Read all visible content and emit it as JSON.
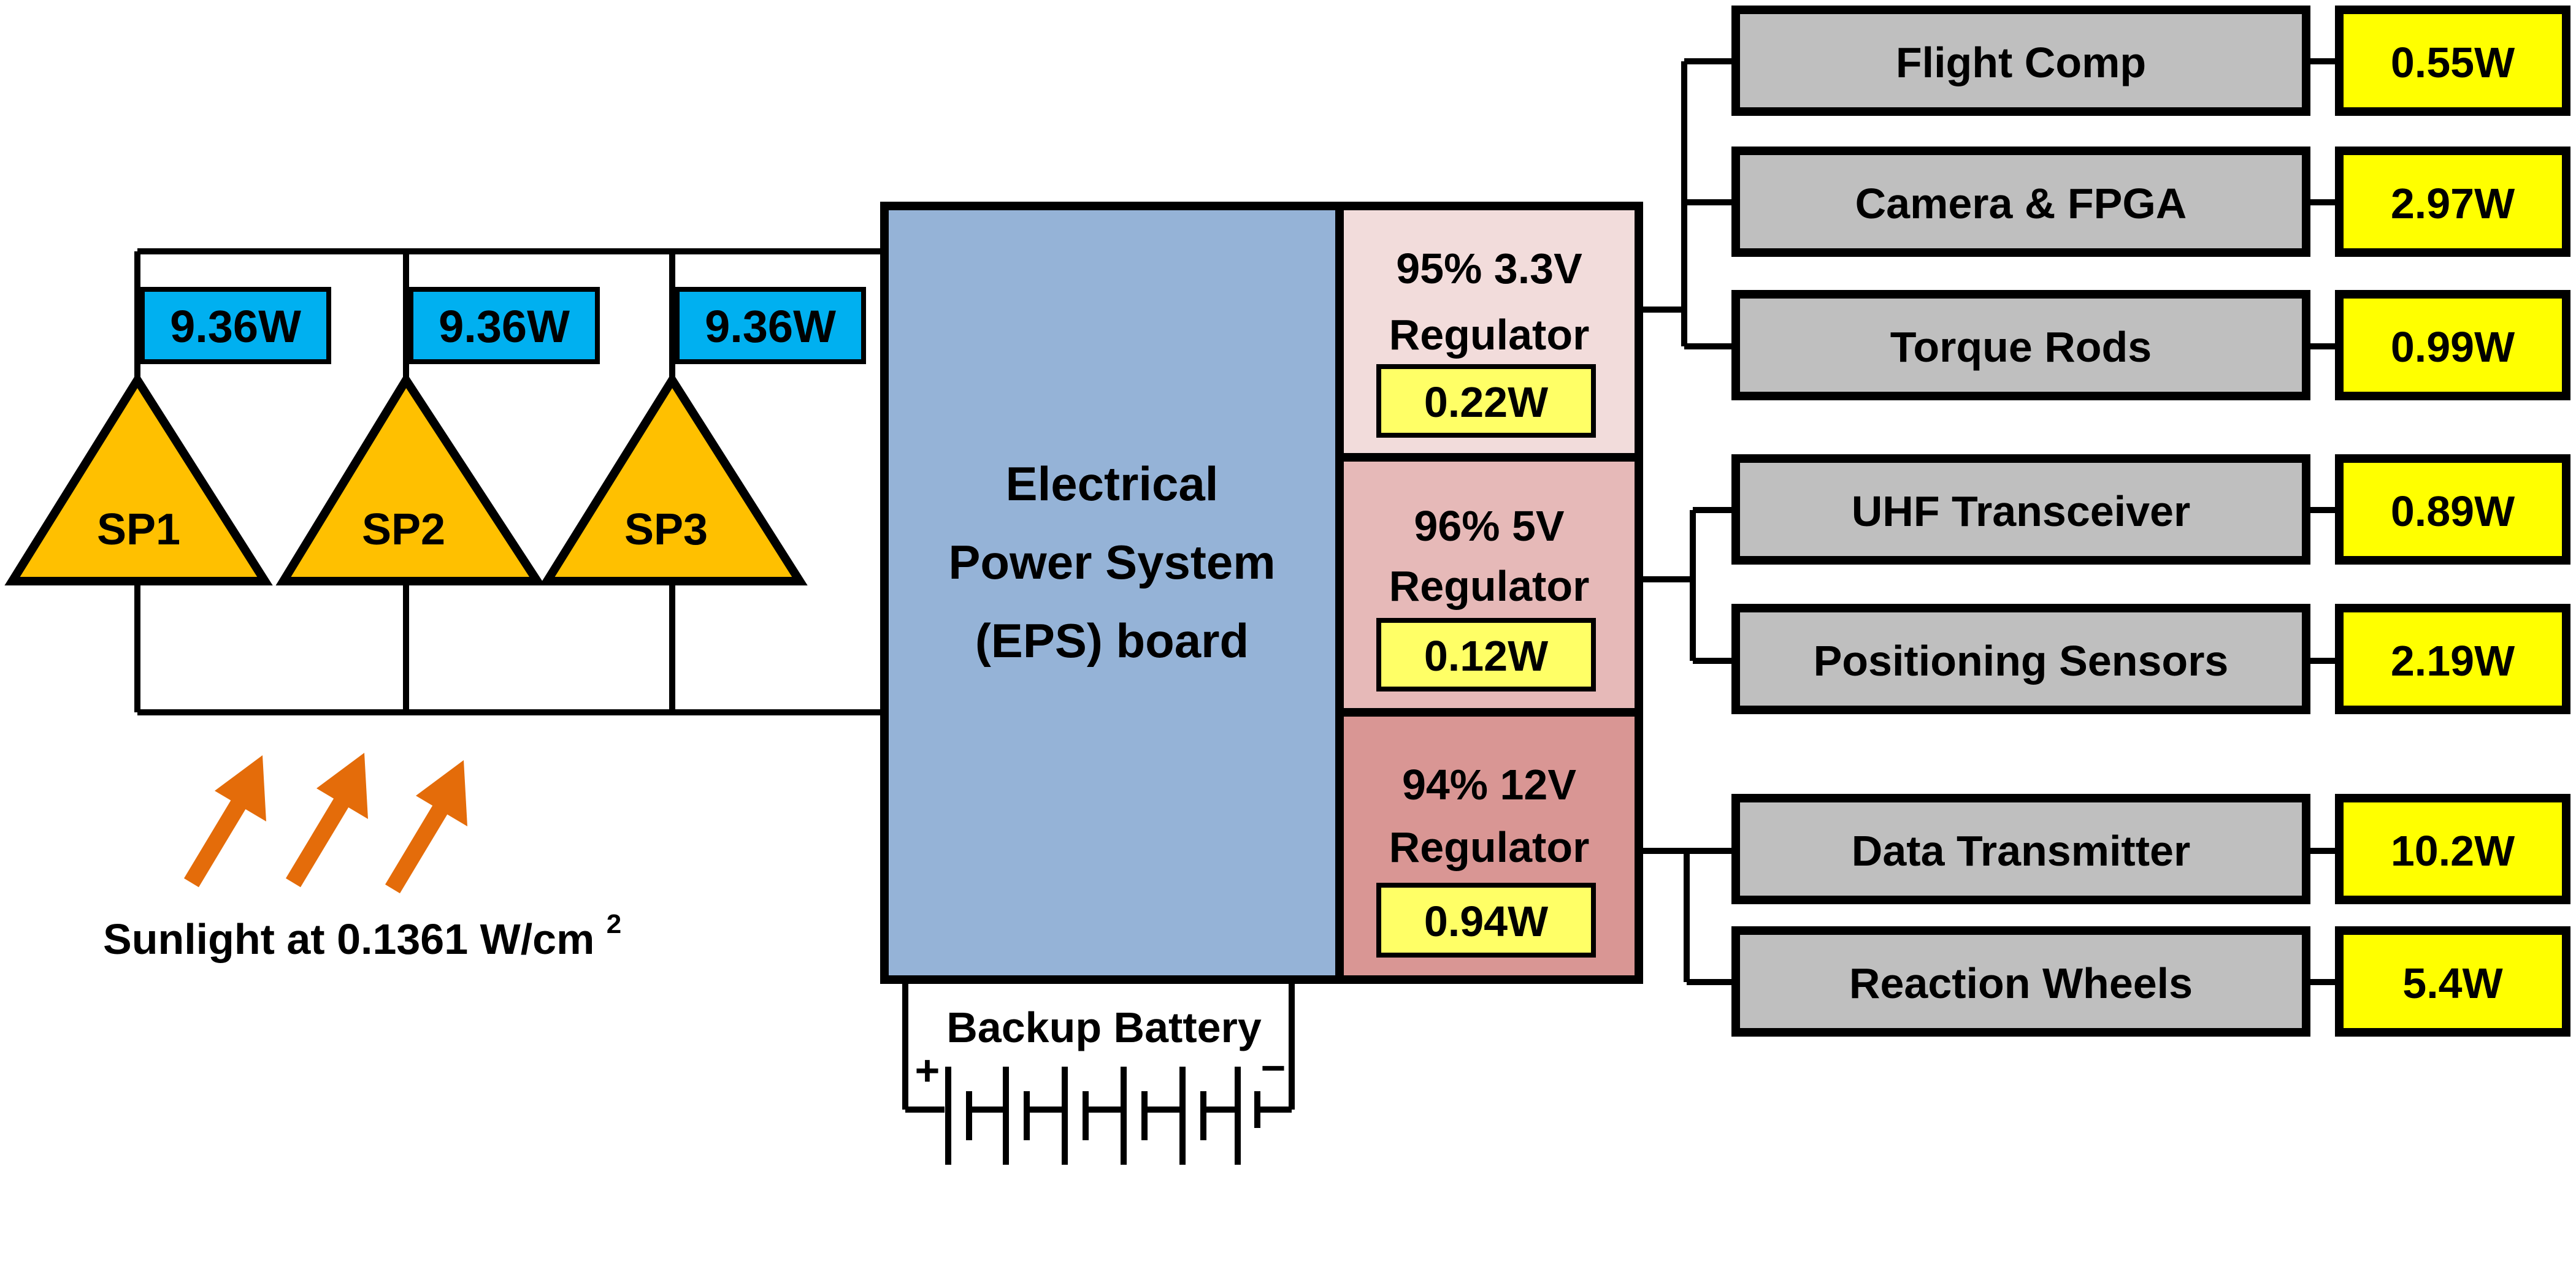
{
  "solar_panels": [
    {
      "label": "SP1",
      "power": "9.36W"
    },
    {
      "label": "SP2",
      "power": "9.36W"
    },
    {
      "label": "SP3",
      "power": "9.36W"
    }
  ],
  "sunlight": {
    "label": "Sunlight at 0.1361 W/cm",
    "superscript": "2"
  },
  "eps": {
    "line1": "Electrical",
    "line2": "Power System",
    "line3": "(EPS) board"
  },
  "regulators": [
    {
      "line1": "95% 3.3V",
      "line2": "Regulator",
      "loss": "0.22W",
      "fill": "#f2dcdb"
    },
    {
      "line1": "96% 5V",
      "line2": "Regulator",
      "loss": "0.12W",
      "fill": "#e6b9b8"
    },
    {
      "line1": "94% 12V",
      "line2": "Regulator",
      "loss": "0.94W",
      "fill": "#d99694"
    }
  ],
  "loads": [
    {
      "name": "Flight Comp",
      "power": "0.55W"
    },
    {
      "name": "Camera & FPGA",
      "power": "2.97W"
    },
    {
      "name": "Torque Rods",
      "power": "0.99W"
    },
    {
      "name": "UHF Transceiver",
      "power": "0.89W"
    },
    {
      "name": "Positioning Sensors",
      "power": "2.19W"
    },
    {
      "name": "Data Transmitter",
      "power": "10.2W"
    },
    {
      "name": "Reaction Wheels",
      "power": "5.4W"
    }
  ],
  "battery": {
    "label": "Backup Battery",
    "plus": "+",
    "minus": "−"
  },
  "colors": {
    "panel": "#ffc000",
    "panel_power_tag": "#00b0f0",
    "eps": "#95b3d7",
    "load_box": "#bfbfbf",
    "load_power": "#ffff00",
    "regulator_loss": "#ffff66",
    "sun_arrow": "#e46c0a"
  }
}
